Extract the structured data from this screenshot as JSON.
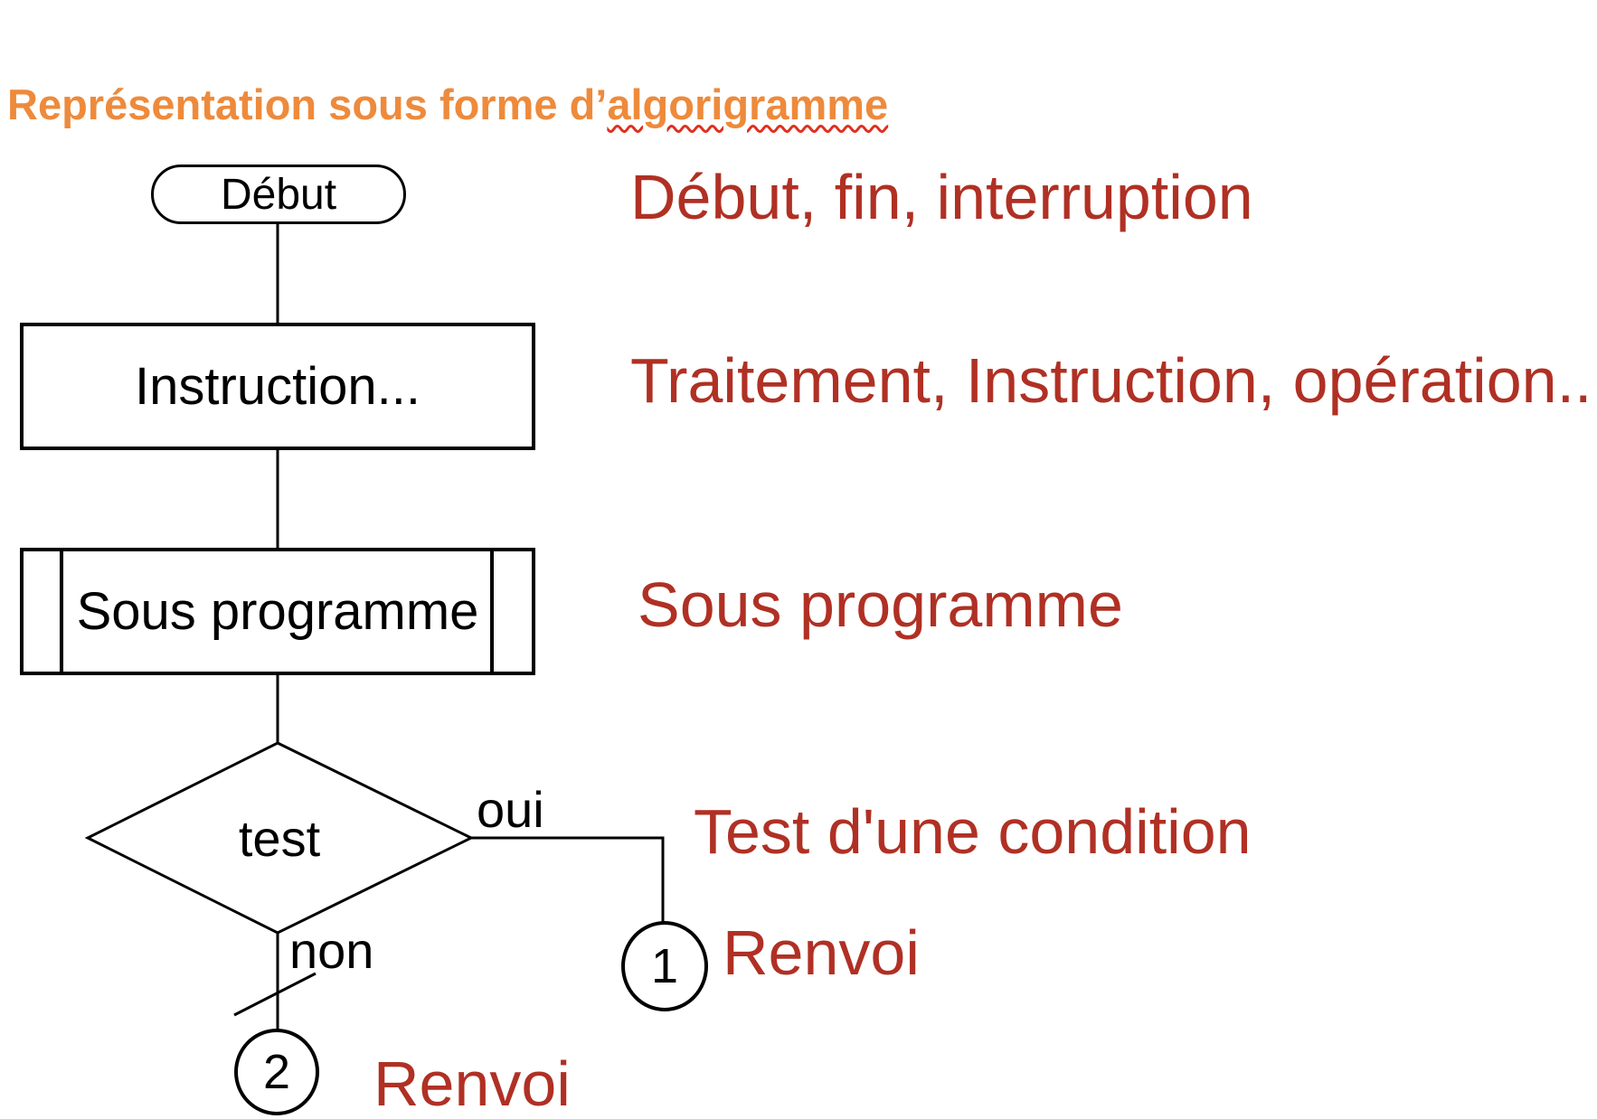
{
  "slide": {
    "title": {
      "prefix": "Représentation sous forme d’",
      "highlighted_word": "algorigramme",
      "color": "#ee8a3b",
      "underline_color": "#e0301e"
    },
    "flowchart": {
      "nodes": [
        {
          "id": "start",
          "shape": "terminator",
          "label": "Début"
        },
        {
          "id": "process",
          "shape": "rectangle",
          "label": "Instruction..."
        },
        {
          "id": "subroutine",
          "shape": "predefined-process",
          "label": "Sous programme"
        },
        {
          "id": "decision",
          "shape": "diamond",
          "label": "test"
        },
        {
          "id": "connector-1",
          "shape": "circle",
          "label": "1"
        },
        {
          "id": "connector-2",
          "shape": "circle",
          "label": "2"
        }
      ],
      "branch_labels": {
        "yes": "oui",
        "no": "non"
      }
    },
    "legend": {
      "color": "#b03024",
      "items": [
        "Début, fin, interruption",
        "Traitement, Instruction, opération...",
        "Sous programme",
        "Test d'une condition",
        "Renvoi",
        "Renvoi"
      ]
    }
  }
}
